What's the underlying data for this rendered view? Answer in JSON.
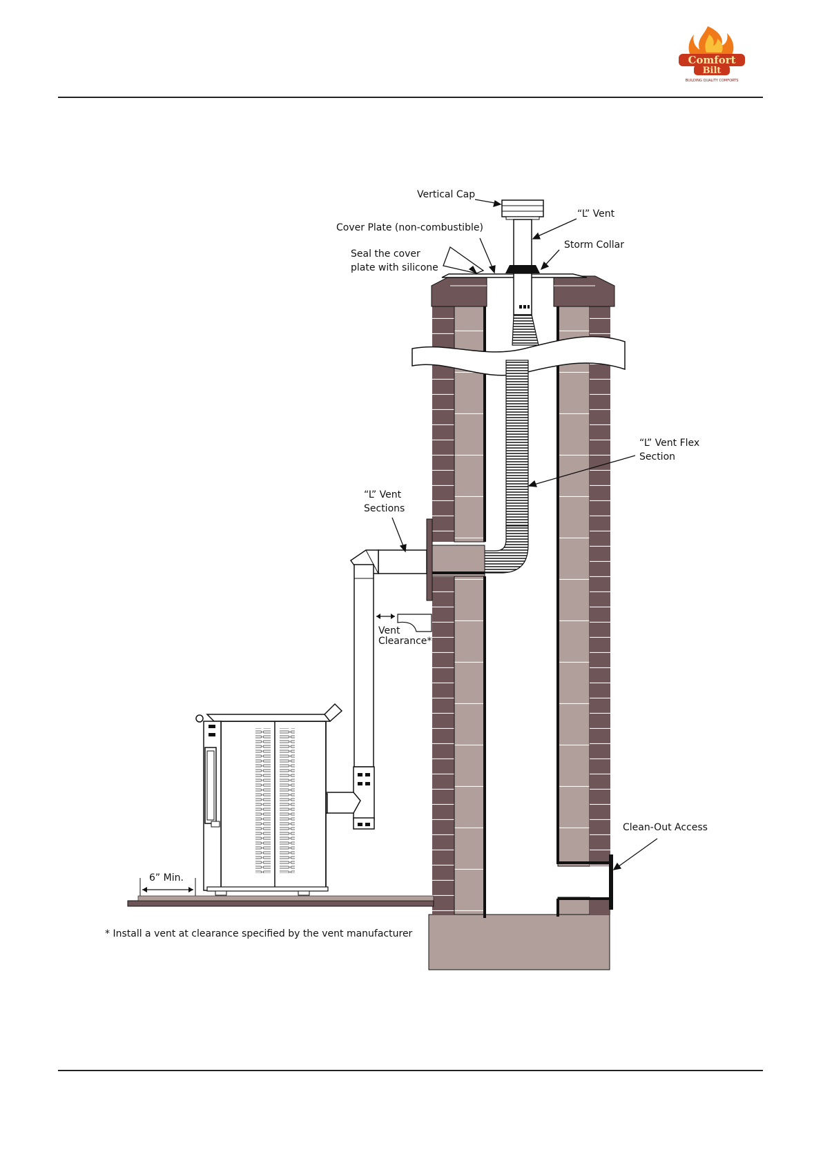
{
  "logo": {
    "brand_line1": "Comfort",
    "brand_line2": "Bilt",
    "tagline": "BUILDING QUALITY COMFORTS"
  },
  "labels": {
    "vertical_cap": "Vertical Cap",
    "l_vent": "“L” Vent",
    "cover_plate": "Cover Plate (non-combustible)",
    "storm_collar": "Storm Collar",
    "seal_line1": "Seal the cover",
    "seal_line2": "plate with silicone",
    "flex_line1": "“L” Vent Flex",
    "flex_line2": "Section",
    "sections_line1": "“L” Vent",
    "sections_line2": "Sections",
    "clearance_line1": "Vent",
    "clearance_line2": "Clearance*",
    "clean_out": "Clean-Out Access",
    "six_min": "6” Min."
  },
  "footnote": "* Install a vent at clearance specified by the vent manufacturer",
  "colors": {
    "brick_dark": "#6e5557",
    "brick_light": "#b09f9a",
    "line": "#111111",
    "hearth": "#6e5557",
    "flame_orange": "#f07a1a",
    "flame_red": "#c8361b",
    "logo_text": "#7a1a12"
  }
}
